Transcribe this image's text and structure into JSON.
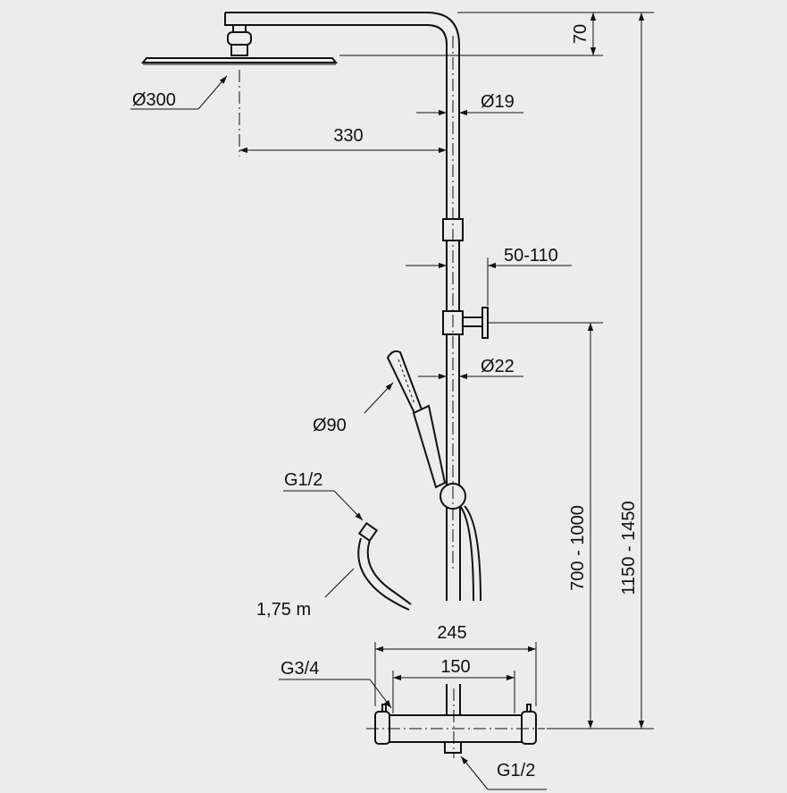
{
  "diagram": {
    "labels": {
      "dia_head": "Ø300",
      "dim_70": "70",
      "dia_arm": "Ø19",
      "dim_330": "330",
      "dim_50_110": "50-110",
      "dia_rail": "Ø22",
      "dia_hand": "Ø90",
      "g12_hose": "G1/2",
      "hose_len": "1,75 m",
      "dim_245": "245",
      "dim_150": "150",
      "g34": "G3/4",
      "g12_bottom": "G1/2",
      "dim_700_1000": "700 - 1000",
      "dim_1150_1450": "1150 - 1450"
    },
    "colors": {
      "background": "#ececec",
      "line": "#111111"
    }
  }
}
